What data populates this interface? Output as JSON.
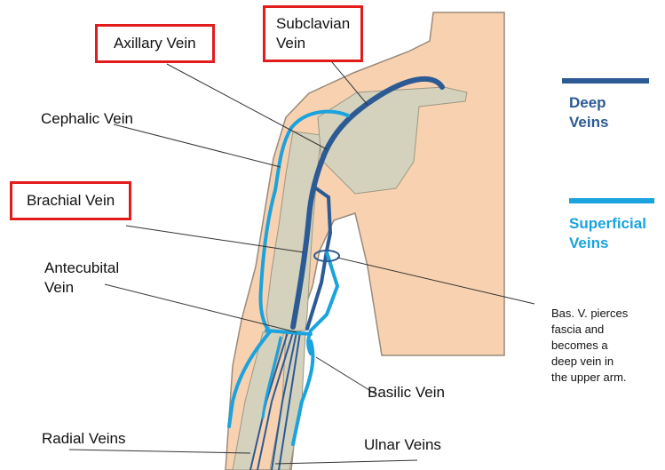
{
  "labels": {
    "subclavian_line1": "Subclavian",
    "subclavian_line2": "Vein",
    "axillary": "Axillary Vein",
    "cephalic": "Cephalic Vein",
    "brachial": "Brachial Vein",
    "antecubital_line1": "Antecubital",
    "antecubital_line2": "Vein",
    "basilic": "Basilic Vein",
    "radial": "Radial Veins",
    "ulnar": "Ulnar Veins"
  },
  "legend": {
    "deep_line1": "Deep",
    "deep_line2": "Veins",
    "superficial_line1": "Superficial",
    "superficial_line2": "Veins"
  },
  "note_lines": [
    "Bas. V. pierces",
    "fascia and",
    "becomes a",
    "deep vein in",
    "the upper arm."
  ],
  "colors": {
    "deep_vein": "#2c5a94",
    "superficial_vein": "#1aa3dd",
    "skin": "#f8d2b0",
    "bone": "#d4d1bd",
    "highlight_box": "#e21b1b"
  }
}
